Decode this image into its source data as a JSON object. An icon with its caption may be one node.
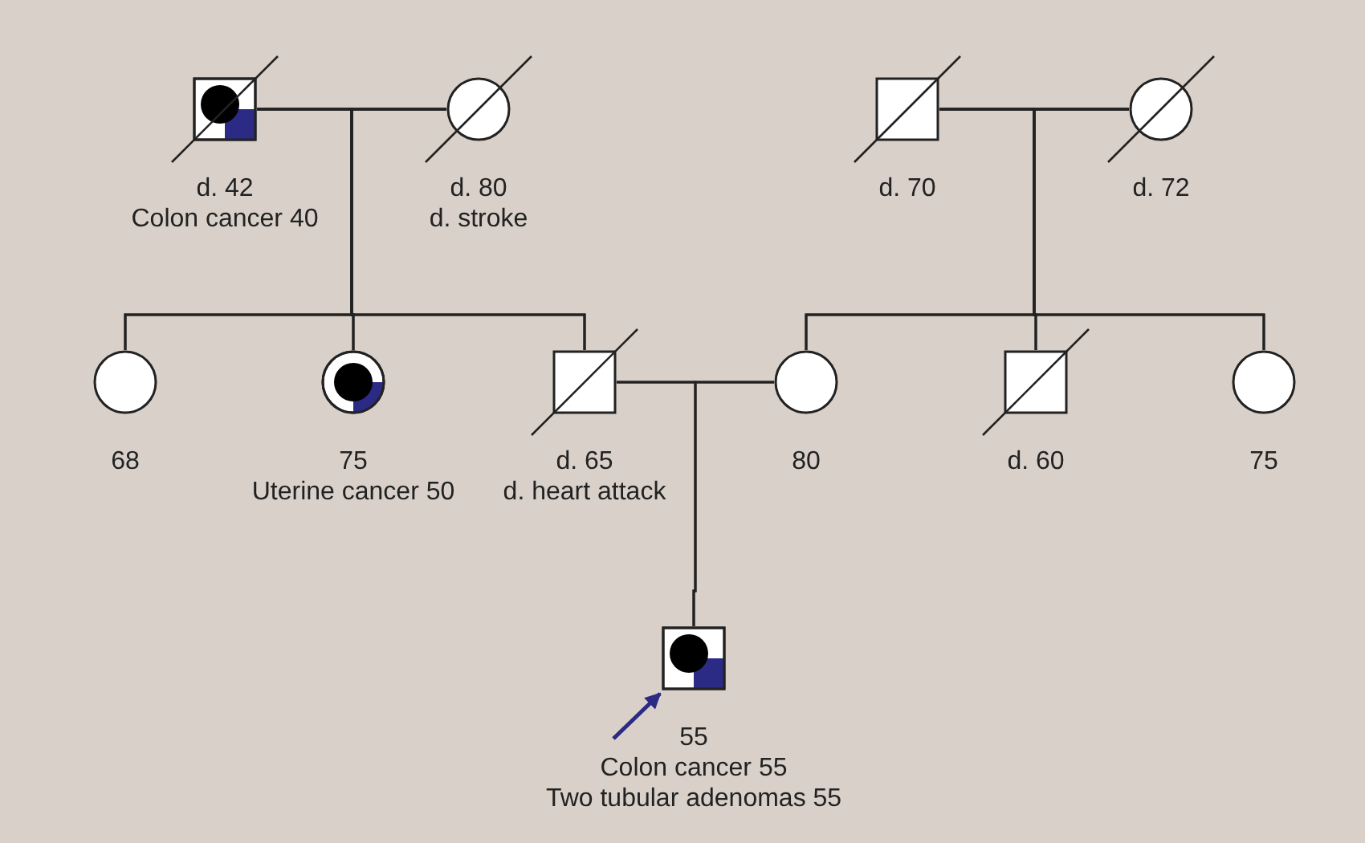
{
  "diagram": {
    "nodes": [
      {
        "text": [],
        "shape": "box",
        "beside": [
          "d. 42",
          "Colon cancer 40"
        ]
      },
      {
        "text": [],
        "shape": "circle",
        "beside": [
          "d. 80",
          "d. stroke"
        ]
      },
      {
        "text": [],
        "shape": "box",
        "beside": [
          "d. 70"
        ]
      },
      {
        "text": [],
        "shape": "circle",
        "beside": [
          "d. 72"
        ]
      },
      {
        "text": [],
        "shape": "circle",
        "beside": [
          "68"
        ]
      },
      {
        "text": [],
        "shape": "circle",
        "beside": [
          "75",
          "Uterine cancer 50"
        ]
      },
      {
        "text": [],
        "shape": "box",
        "beside": [
          "d. 65",
          "d. heart attack"
        ]
      },
      {
        "text": [],
        "shape": "circle",
        "beside": [
          "80"
        ]
      },
      {
        "text": [],
        "shape": "box",
        "beside": [
          "d. 60"
        ]
      },
      {
        "text": [],
        "shape": "circle",
        "beside": [
          "75"
        ]
      },
      {
        "text": [],
        "shape": "box",
        "beside": [
          "55",
          "Colon cancer 55",
          "Two tubular adenomas 55"
        ]
      }
    ],
    "edges": [
      {
        "from": 0,
        "to": 1,
        "arrow": "none"
      },
      {
        "from": 0,
        "to": 4,
        "arrow": "none"
      },
      {
        "from": 0,
        "to": 5,
        "arrow": "none"
      },
      {
        "from": 0,
        "to": 6,
        "arrow": "none"
      },
      {
        "from": 1,
        "to": 4,
        "arrow": "none"
      },
      {
        "from": 1,
        "to": 5,
        "arrow": "none"
      },
      {
        "from": 1,
        "to": 6,
        "arrow": "none"
      },
      {
        "from": 2,
        "to": 3,
        "arrow": "none"
      },
      {
        "from": 2,
        "to": 7,
        "arrow": "none"
      },
      {
        "from": 2,
        "to": 8,
        "arrow": "none"
      },
      {
        "from": 2,
        "to": 9,
        "arrow": "none"
      },
      {
        "from": 3,
        "to": 7,
        "arrow": "none"
      },
      {
        "from": 3,
        "to": 8,
        "arrow": "none"
      },
      {
        "from": 3,
        "to": 9,
        "arrow": "none"
      },
      {
        "from": 6,
        "to": 7,
        "arrow": "none"
      },
      {
        "from": 6,
        "to": 10,
        "arrow": "none"
      },
      {
        "from": 7,
        "to": 10,
        "arrow": "none"
      },
      {
        "from": null,
        "to": 10,
        "arrow": "to",
        "color": "#2b2a85"
      }
    ]
  }
}
